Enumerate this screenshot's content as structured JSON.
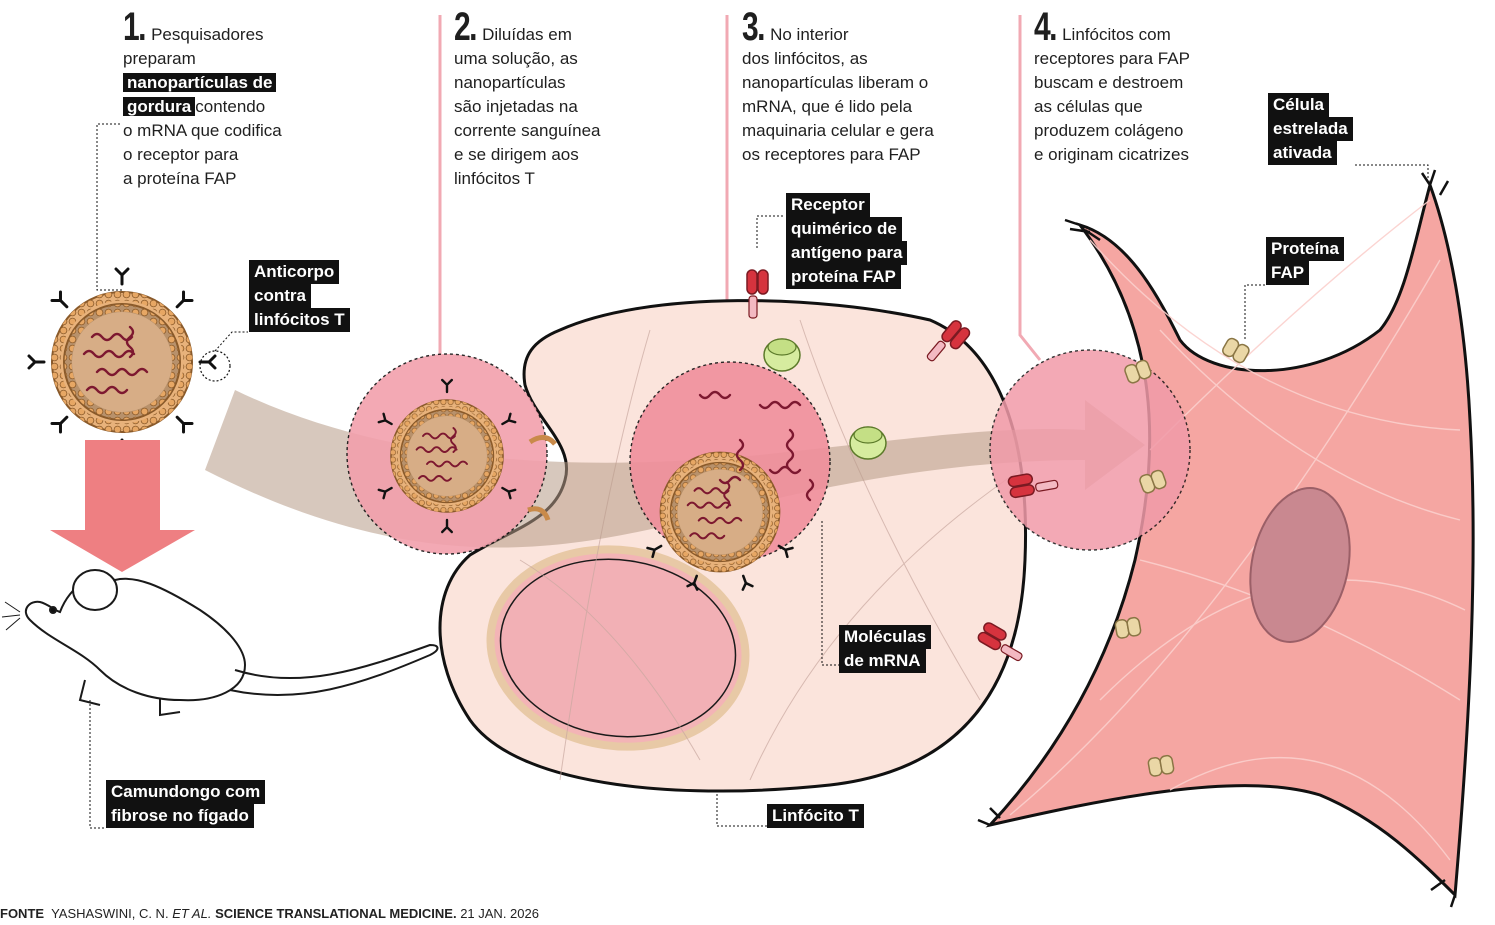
{
  "steps": [
    {
      "num": "1.",
      "lines": [
        "Pesquisadores",
        "preparam",
        "nanopartículas de",
        "gordura",
        "contendo",
        "o mRNA que codifica",
        "o receptor para",
        "a proteína FAP"
      ]
    },
    {
      "num": "2.",
      "lines": [
        "Diluídas em",
        "uma solução, as",
        "nanopartículas",
        "são injetadas na",
        "corrente sanguínea",
        "e se dirigem aos",
        "linfócitos T"
      ]
    },
    {
      "num": "3.",
      "lines": [
        "No interior",
        "dos linfócitos, as",
        "nanopartículas liberam o",
        "mRNA, que é lido pela",
        "maquinaria celular e gera",
        "os receptores para FAP"
      ]
    },
    {
      "num": "4.",
      "lines": [
        "Linfócitos com",
        "receptores para FAP",
        "buscam e destroem",
        "as células que",
        "produzem colágeno",
        "e originam cicatrizes"
      ]
    }
  ],
  "labels": {
    "anticorpo": [
      "Anticorpo",
      "contra",
      "linfócitos T"
    ],
    "receptor": [
      "Receptor",
      "quimérico de",
      "antígeno para",
      "proteína FAP"
    ],
    "celula": [
      "Célula",
      "estrelada",
      "ativada"
    ],
    "proteina": [
      "Proteína",
      "FAP"
    ],
    "mrna": [
      "Moléculas",
      "de mRNA"
    ],
    "linfocito": [
      "Linfócito T"
    ],
    "camundongo": [
      "Camundongo com",
      "fibrose no fígado"
    ]
  },
  "source": {
    "prefix": "FONTE",
    "authors": "YASHASWINI, C. N.",
    "etal": "ET AL.",
    "journal": "SCIENCE TRANSLATIONAL MEDICINE.",
    "date": "21 JAN. 2026"
  },
  "colors": {
    "cell_fill": "#fbe3dc",
    "nucleus": "#f2a9b0",
    "stellate": "#f4a3a0",
    "circle_zoom": "#f3a3b0",
    "arrow": "#c9a894",
    "nanoparticle": "#d9a06a",
    "mrna": "#8a1f3c",
    "receptor": "#d8313d",
    "fap_protein": "#e8d3a2"
  }
}
